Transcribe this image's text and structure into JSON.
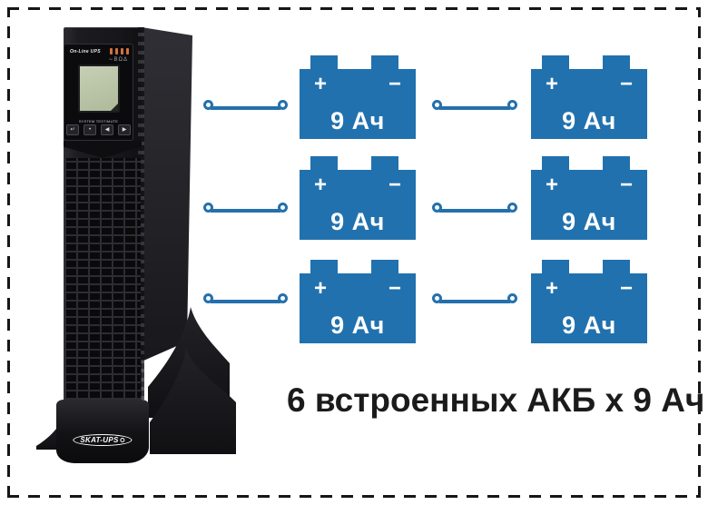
{
  "ups": {
    "brand": "SKAT-UPS",
    "display": {
      "title": "On-Line UPS",
      "status_symbols": "∼ΒΩΔ",
      "buttons_caption": "SYSTEM TEST/MUTE",
      "buttons": [
        "↵",
        "•",
        "◀",
        "▶"
      ]
    }
  },
  "diagram": {
    "batteries": [
      {
        "plus": "+",
        "minus": "−",
        "capacity": "9 Ач"
      },
      {
        "plus": "+",
        "minus": "−",
        "capacity": "9 Ач"
      },
      {
        "plus": "+",
        "minus": "−",
        "capacity": "9 Ач"
      },
      {
        "plus": "+",
        "minus": "−",
        "capacity": "9 Ач"
      },
      {
        "plus": "+",
        "minus": "−",
        "capacity": "9 Ач"
      },
      {
        "plus": "+",
        "minus": "−",
        "capacity": "9 Ач"
      }
    ],
    "caption": "6 встроенных АКБ х 9 Ач",
    "colors": {
      "battery_blue": "#2171ae",
      "wire_blue": "#2470ad",
      "caption_text": "#1b1b1b",
      "border_dash": "#161616",
      "led_orange": "#d5703a",
      "lcd_green": "#b9c3a6"
    }
  }
}
